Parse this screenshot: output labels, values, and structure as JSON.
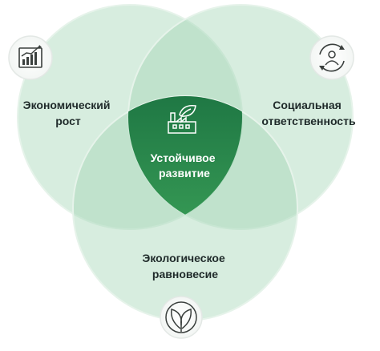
{
  "diagram": {
    "circles": {
      "economic": {
        "label_line1": "Экономический",
        "label_line2": "рост",
        "icon": "growth-chart-icon"
      },
      "social": {
        "label_line1": "Социальная",
        "label_line2": "ответственность",
        "icon": "people-cycle-icon"
      },
      "ecological": {
        "label_line1": "Экологическое",
        "label_line2": "равновесие",
        "icon": "leaves-icon"
      }
    },
    "center": {
      "label_line1": "Устойчивое",
      "label_line2": "развитие",
      "icon": "eco-factory-icon"
    },
    "colors": {
      "circle_fill": "#a9d6bd",
      "circle_stroke": "#e8f4ec",
      "center_top": "#0e6b3f",
      "center_bottom": "#45b35f"
    }
  }
}
